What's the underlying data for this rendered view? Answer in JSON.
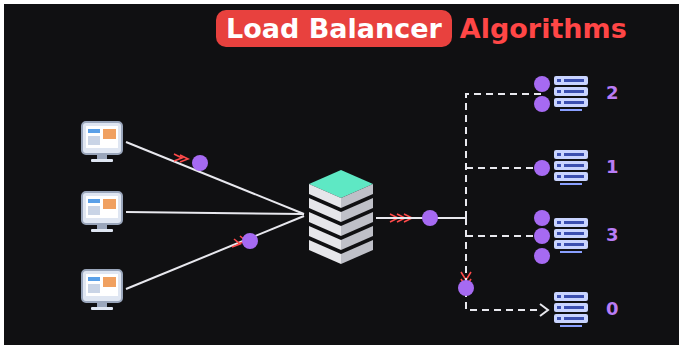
{
  "diagram": {
    "title": "Load Balancer",
    "labels": [
      "Algorithms",
      "2",
      "1",
      "3",
      "0"
    ]
  }
}
